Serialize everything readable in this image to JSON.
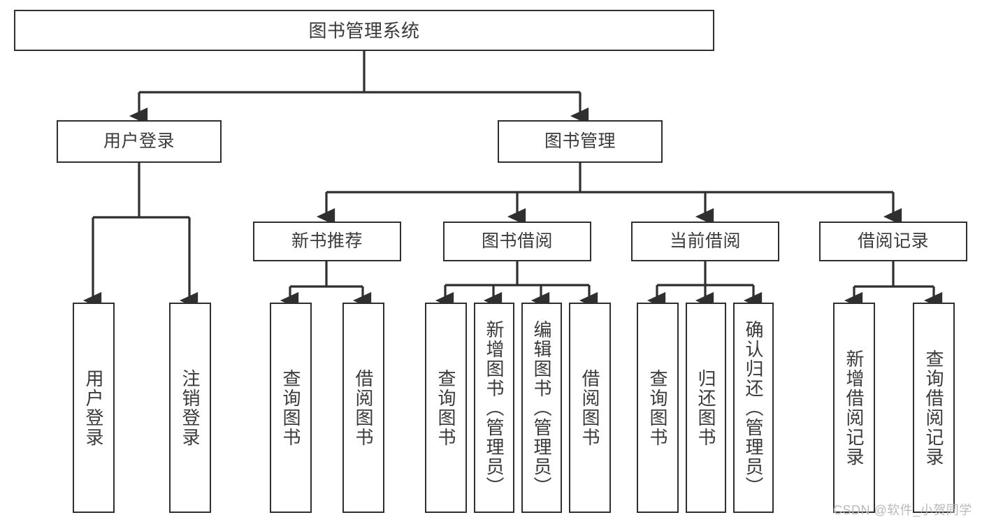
{
  "diagram": {
    "title": "图书管理系统",
    "type": "tree-hierarchy",
    "watermark": "CSDN @软件_小贺同学",
    "colors": {
      "box_border": "#2f2f2f",
      "box_fill": "#ffffff",
      "edge": "#2f2f2f",
      "text": "#3a3a3a",
      "watermark": "#b9b9b9",
      "background": "#ffffff"
    },
    "nodes": {
      "root": {
        "label": "图书管理系统"
      },
      "level1": [
        {
          "id": "user-login",
          "label": "用户登录"
        },
        {
          "id": "book-manage",
          "label": "图书管理"
        }
      ],
      "level2": [
        {
          "id": "new-book-recommend",
          "label": "新书推荐"
        },
        {
          "id": "book-borrow",
          "label": "图书借阅"
        },
        {
          "id": "current-borrow",
          "label": "当前借阅"
        },
        {
          "id": "borrow-record",
          "label": "借阅记录"
        }
      ],
      "leaves": {
        "user-login": [
          {
            "id": "leaf-user-login",
            "label": "用户登录"
          },
          {
            "id": "leaf-logout",
            "label": "注销登录"
          }
        ],
        "new-book-recommend": [
          {
            "id": "leaf-query-book-1",
            "label": "查询图书"
          },
          {
            "id": "leaf-borrow-book-1",
            "label": "借阅图书"
          }
        ],
        "book-borrow": [
          {
            "id": "leaf-query-book-2",
            "label": "查询图书"
          },
          {
            "id": "leaf-add-book",
            "label": "新增图书（管理员）"
          },
          {
            "id": "leaf-edit-book",
            "label": "编辑图书（管理员）"
          },
          {
            "id": "leaf-borrow-book-2",
            "label": "借阅图书"
          }
        ],
        "current-borrow": [
          {
            "id": "leaf-query-book-3",
            "label": "查询图书"
          },
          {
            "id": "leaf-return-book",
            "label": "归还图书"
          },
          {
            "id": "leaf-confirm-return",
            "label": "确认归还（管理员）"
          }
        ],
        "borrow-record": [
          {
            "id": "leaf-add-record",
            "label": "新增借阅记录"
          },
          {
            "id": "leaf-query-record",
            "label": "查询借阅记录"
          }
        ]
      }
    }
  }
}
